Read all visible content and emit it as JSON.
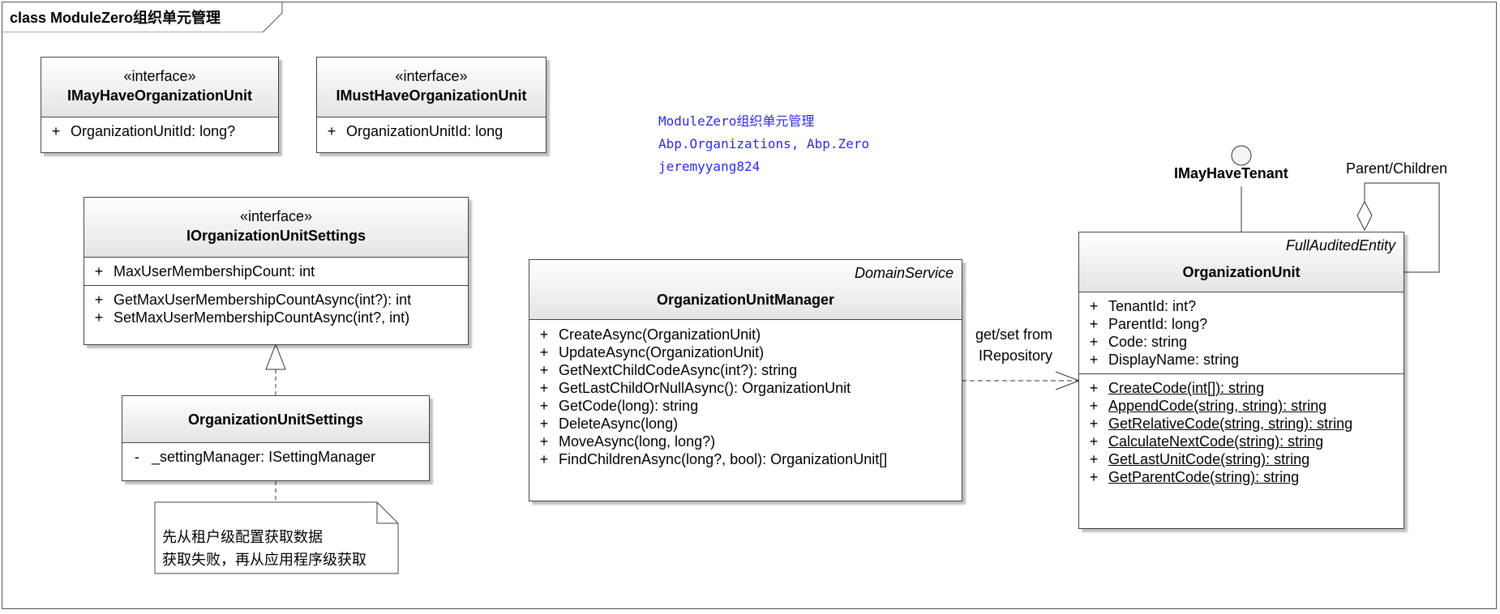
{
  "frame": {
    "title": "class ModuleZero组织单元管理"
  },
  "info_note": {
    "line1": "ModuleZero组织单元管理",
    "line2": "Abp.Organizations, Abp.Zero",
    "line3": "jeremyyang824"
  },
  "classes": {
    "imayhaveorgunit": {
      "stereotype": "«interface»",
      "name": "IMayHaveOrganizationUnit",
      "attributes": [
        {
          "vis": "+",
          "text": "OrganizationUnitId: long?"
        }
      ]
    },
    "imusthaveorgunit": {
      "stereotype": "«interface»",
      "name": "IMustHaveOrganizationUnit",
      "attributes": [
        {
          "vis": "+",
          "text": "OrganizationUnitId: long"
        }
      ]
    },
    "iorgunitsettings": {
      "stereotype": "«interface»",
      "name": "IOrganizationUnitSettings",
      "attributes": [
        {
          "vis": "+",
          "text": "MaxUserMembershipCount: int"
        }
      ],
      "operations": [
        {
          "vis": "+",
          "text": "GetMaxUserMembershipCountAsync(int?): int"
        },
        {
          "vis": "+",
          "text": "SetMaxUserMembershipCountAsync(int?, int)"
        }
      ]
    },
    "orgunitsettings": {
      "name": "OrganizationUnitSettings",
      "attributes": [
        {
          "vis": "-",
          "text": "_settingManager: ISettingManager"
        }
      ]
    },
    "orgunitmanager": {
      "parent": "DomainService",
      "name": "OrganizationUnitManager",
      "operations": [
        {
          "vis": "+",
          "text": "CreateAsync(OrganizationUnit)"
        },
        {
          "vis": "+",
          "text": "UpdateAsync(OrganizationUnit)"
        },
        {
          "vis": "+",
          "text": "GetNextChildCodeAsync(int?): string"
        },
        {
          "vis": "+",
          "text": "GetLastChildOrNullAsync(): OrganizationUnit"
        },
        {
          "vis": "+",
          "text": "GetCode(long): string"
        },
        {
          "vis": "+",
          "text": "DeleteAsync(long)"
        },
        {
          "vis": "+",
          "text": "MoveAsync(long, long?)"
        },
        {
          "vis": "+",
          "text": "FindChildrenAsync(long?, bool): OrganizationUnit[]"
        }
      ]
    },
    "orgunit": {
      "parent": "FullAuditedEntity",
      "name": "OrganizationUnit",
      "attributes": [
        {
          "vis": "+",
          "text": "TenantId: int?"
        },
        {
          "vis": "+",
          "text": "ParentId: long?"
        },
        {
          "vis": "+",
          "text": "Code: string"
        },
        {
          "vis": "+",
          "text": "DisplayName: string"
        }
      ],
      "operations": [
        {
          "vis": "+",
          "text": "CreateCode(int[]): string"
        },
        {
          "vis": "+",
          "text": "AppendCode(string, string): string"
        },
        {
          "vis": "+",
          "text": "GetRelativeCode(string, string): string"
        },
        {
          "vis": "+",
          "text": "CalculateNextCode(string): string"
        },
        {
          "vis": "+",
          "text": "GetLastUnitCode(string): string"
        },
        {
          "vis": "+",
          "text": "GetParentCode(string): string"
        }
      ]
    }
  },
  "labels": {
    "imayhavetenant": "IMayHaveTenant",
    "parent_children": "Parent/Children",
    "dependency_line1": "get/set from",
    "dependency_line2": "IRepository"
  },
  "settings_note": {
    "line1": "先从租户级配置获取数据",
    "line2": "获取失败，再从应用程序级获取"
  }
}
